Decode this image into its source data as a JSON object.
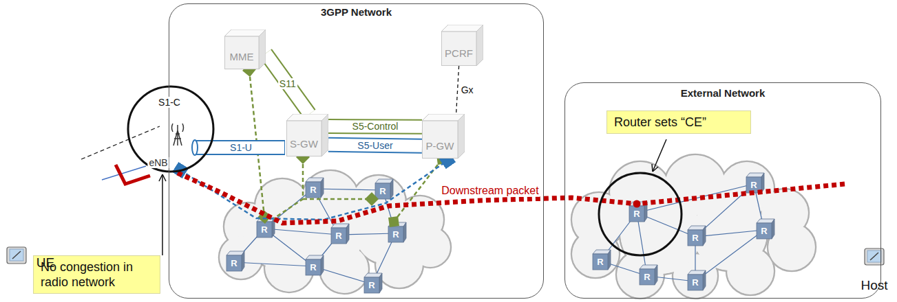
{
  "diagram": {
    "nodes": [
      {
        "text": [
          "3GPP Network"
        ]
      },
      {
        "text": [
          "MME"
        ],
        "in": 0
      },
      {
        "text": [
          "PCRF"
        ],
        "in": 0
      },
      {
        "text": [
          "S-GW"
        ],
        "in": 0
      },
      {
        "text": [
          "P-GW"
        ],
        "in": 0
      },
      {
        "text": [
          "No congestion in radio network"
        ]
      },
      {
        "text": [
          "External Network"
        ]
      },
      {
        "text": [
          "Router sets “CE”"
        ],
        "in": 6
      }
    ],
    "edges": [
      {
        "from": 1,
        "to": 3,
        "arrow": "none",
        "label": "S11"
      },
      {
        "from": 3,
        "to": 4,
        "arrow": "none",
        "label": "S5-Control"
      },
      {
        "from": 3,
        "to": 4,
        "arrow": "none",
        "label": "S5-User"
      },
      {
        "from": 2,
        "to": 4,
        "arrow": "none",
        "label": "Gx"
      }
    ],
    "labels": [
      "S1-C",
      "eNB",
      "S1-U",
      "UE",
      "Downstream packet",
      "Host",
      "R",
      "R",
      "R",
      "R",
      "R",
      "R",
      "R",
      "R",
      "R",
      "R",
      "R",
      "R",
      "R",
      "R",
      "R"
    ]
  }
}
